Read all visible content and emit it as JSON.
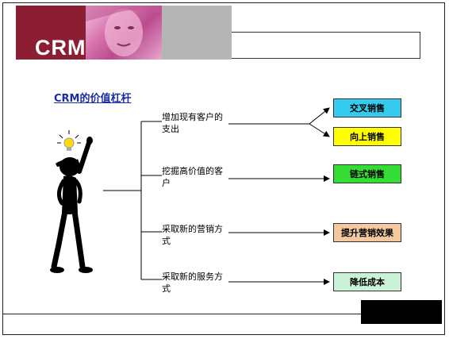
{
  "header": {
    "logo_text": "CRM"
  },
  "diagram": {
    "title": "CRM的价值杠杆",
    "branches": [
      {
        "label": "增加现有客户的支出",
        "targets": [
          "交叉销售",
          "向上销售"
        ]
      },
      {
        "label": "挖掘高价值的客户",
        "targets": [
          "链式销售"
        ]
      },
      {
        "label": "采取新的营销方式",
        "targets": [
          "提升营销效果"
        ]
      },
      {
        "label": "采取新的服务方式",
        "targets": [
          "降低成本"
        ]
      }
    ]
  },
  "colors": {
    "logo_bg": "#8b1e33",
    "title": "#1a2ca8",
    "box_cyan": "#33ccee",
    "box_yellow": "#ffff00",
    "box_green": "#33dd33",
    "box_peach": "#f5c9a0",
    "box_mint": "#c9f2d7"
  },
  "icons": [
    "thinking-man-icon",
    "lightbulb-icon"
  ]
}
